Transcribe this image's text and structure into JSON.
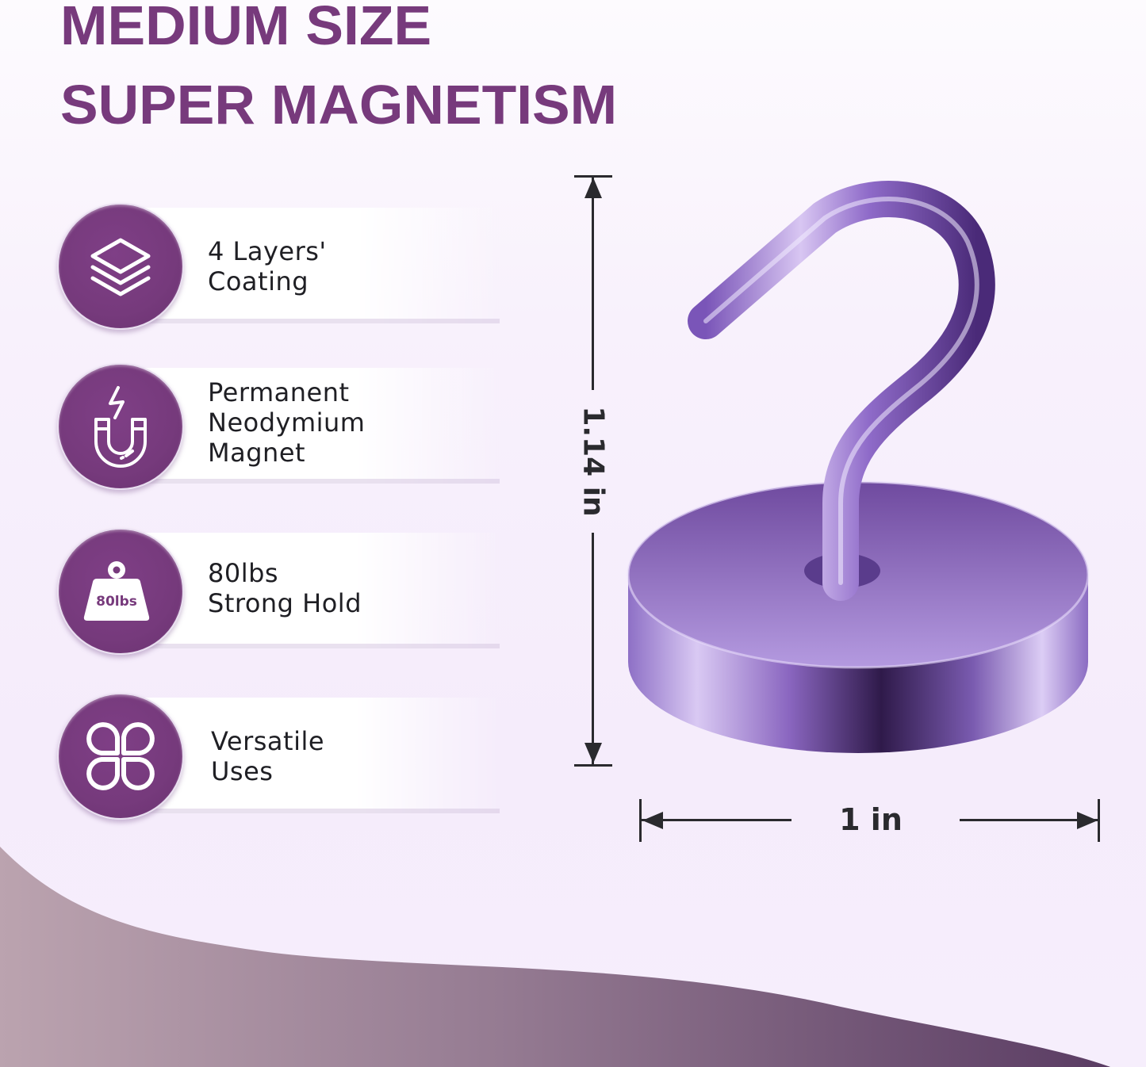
{
  "headline": {
    "line1": "MEDIUM SIZE",
    "line2": "SUPER MAGNETISM"
  },
  "features": [
    {
      "icon": "layers-icon",
      "lines": [
        "4 Layers'",
        "Coating"
      ]
    },
    {
      "icon": "magnet-icon",
      "lines": [
        "Permanent",
        "Neodymium",
        "Magnet"
      ]
    },
    {
      "icon": "weight-icon",
      "icon_text": "80lbs",
      "lines": [
        "80lbs",
        "Strong Hold"
      ]
    },
    {
      "icon": "clover-icon",
      "lines": [
        "Versatile",
        "Uses"
      ]
    }
  ],
  "dimensions": {
    "height": "1.14 in",
    "width": "1 in"
  },
  "colors": {
    "brand_purple": "#773a7c",
    "background": "#f7effc",
    "wave_start": "#b9a1ad",
    "wave_end": "#5a3c63",
    "text": "#1f1f24"
  }
}
